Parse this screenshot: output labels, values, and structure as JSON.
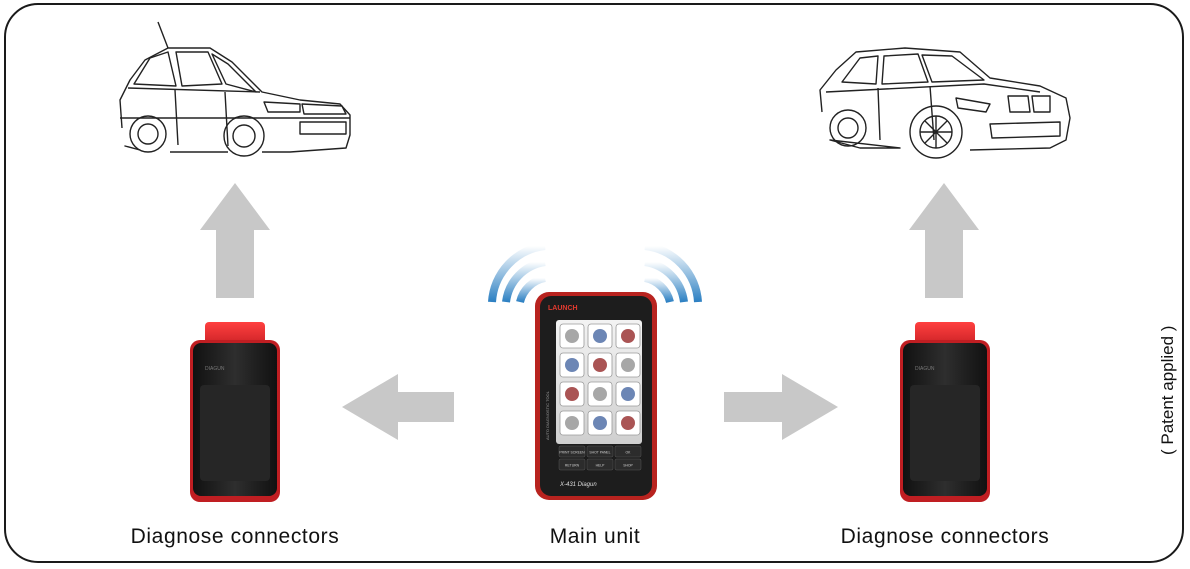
{
  "diagram": {
    "captions": {
      "left_connector": "Diagnose connectors",
      "main_unit": "Main unit",
      "right_connector": "Diagnose connectors"
    },
    "patent_note": "( Patent applied )",
    "device": {
      "brand": "LAUNCH",
      "side_label": "AUTO DIAGNOSTIC TOOL",
      "model": "X-431 Diagun",
      "buttons": [
        [
          "PRINT SCREEN",
          "SHOT PANEL",
          "OK"
        ],
        [
          "RETURN",
          "HELP",
          "SHOP"
        ]
      ]
    },
    "connector_label": "DIAGUN",
    "colors": {
      "arrow": "#c8c8c8",
      "signal": "#2b7fc2",
      "connector_plug": "#d81f26",
      "device_red": "#c0241f"
    }
  }
}
